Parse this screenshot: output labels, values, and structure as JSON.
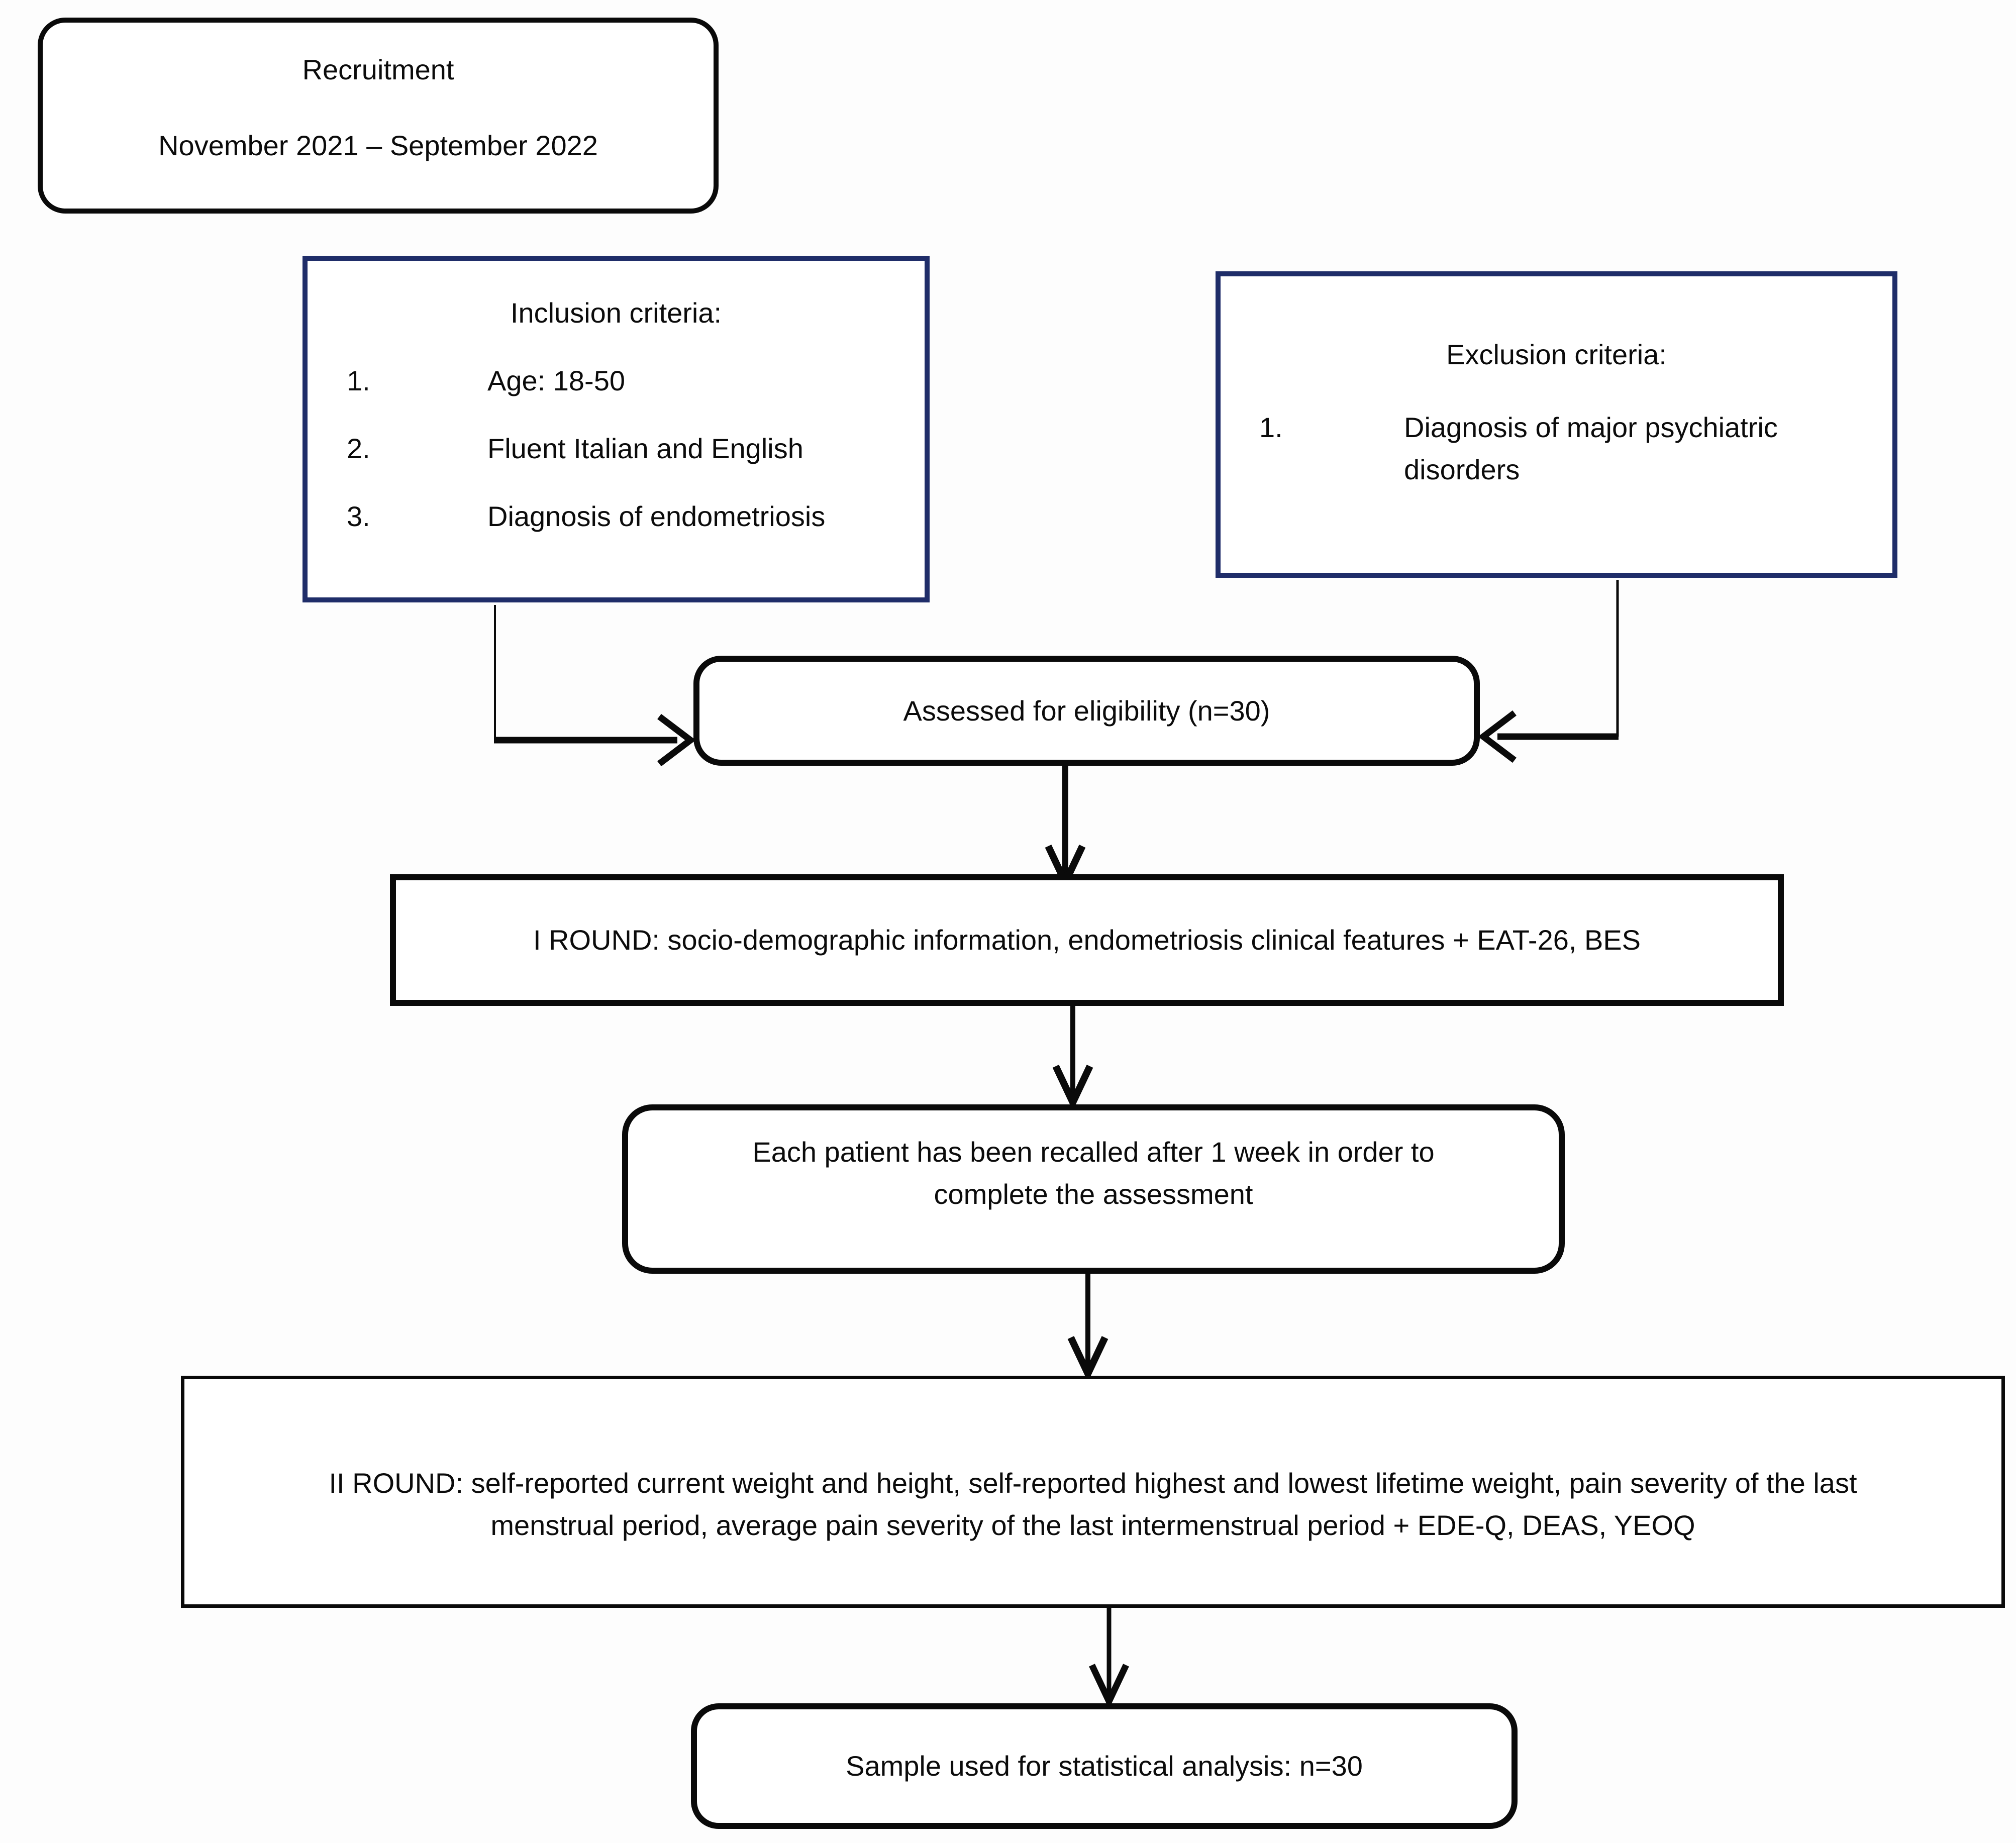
{
  "diagram": {
    "type": "flowchart",
    "title_context": "Study recruitment and assessment flow",
    "colors": {
      "node_border_black": "#0a0a0a",
      "criteria_border_navy": "#1f2d69",
      "node_fill": "#ffffff",
      "background": "#fdfdfd",
      "text": "#0b0b0b"
    }
  },
  "boxes": {
    "recruitment": {
      "lines": [
        "Recruitment",
        "November 2021 – September 2022"
      ]
    },
    "inclusion": {
      "title": "Inclusion criteria:",
      "items": [
        {
          "num": "1.",
          "text": "Age: 18-50"
        },
        {
          "num": "2.",
          "text": "Fluent Italian and English"
        },
        {
          "num": "3.",
          "text": "Diagnosis of endometriosis"
        }
      ]
    },
    "exclusion": {
      "title": "Exclusion criteria:",
      "items": [
        {
          "num": "1.",
          "text": "Diagnosis of major psychiatric disorders"
        }
      ]
    },
    "assessed": {
      "text": "Assessed for eligibility (n=30)"
    },
    "round1": {
      "text": "I ROUND: socio-demographic information, endometriosis clinical features + EAT-26, BES"
    },
    "recall": {
      "lines": [
        "Each patient has been recalled after 1 week in order to",
        "complete the assessment"
      ]
    },
    "round2": {
      "lines": [
        "II ROUND: self-reported current weight and height, self-reported highest and lowest lifetime weight, pain severity of the last",
        "menstrual period, average pain severity of the last intermenstrual period + EDE-Q, DEAS, YEOQ"
      ]
    },
    "sample": {
      "text": "Sample used for statistical analysis: n=30"
    }
  }
}
